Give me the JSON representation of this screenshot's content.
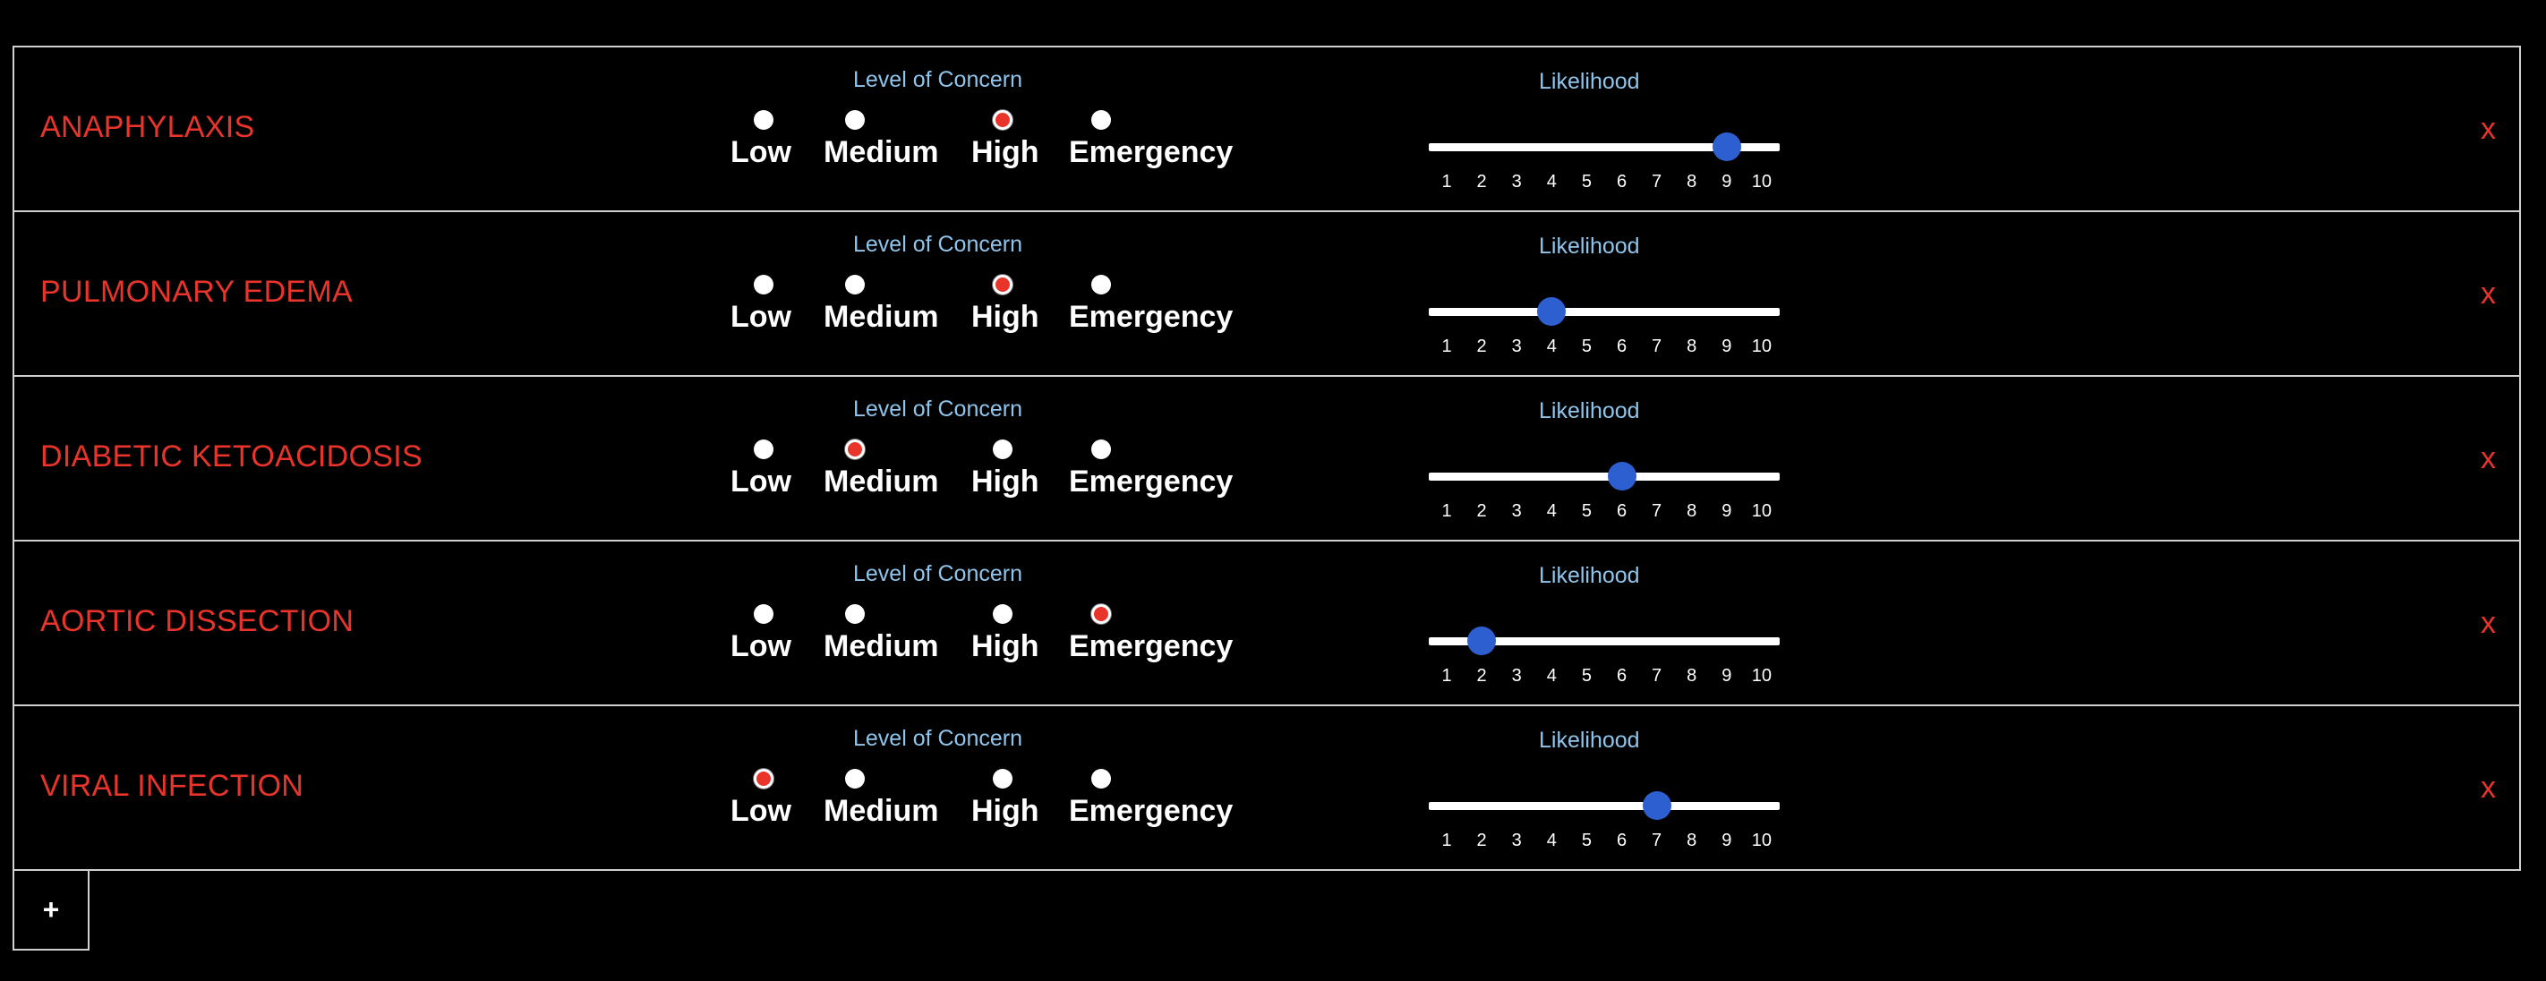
{
  "level_of_concern_title": "Level of Concern",
  "likelihood_title": "Likelihood",
  "concern_options": [
    "Low",
    "Medium",
    "High",
    "Emergency"
  ],
  "likelihood_ticks": [
    "1",
    "2",
    "3",
    "4",
    "5",
    "6",
    "7",
    "8",
    "9",
    "10"
  ],
  "likelihood_range": [
    1,
    10
  ],
  "remove_label": "x",
  "add_label": "+",
  "colors": {
    "condition_name": "#e8342a",
    "section_title": "#8fc5ec",
    "slider_thumb": "#2e5fd0",
    "selected_radio": "#e8342a",
    "background": "#000000"
  },
  "conditions": [
    {
      "name": "ANAPHYLAXIS",
      "concern": "High",
      "likelihood": 9
    },
    {
      "name": "PULMONARY EDEMA",
      "concern": "High",
      "likelihood": 4
    },
    {
      "name": "DIABETIC KETOACIDOSIS",
      "concern": "Medium",
      "likelihood": 6
    },
    {
      "name": "AORTIC DISSECTION",
      "concern": "Emergency",
      "likelihood": 2
    },
    {
      "name": "VIRAL INFECTION",
      "concern": "Low",
      "likelihood": 7
    }
  ]
}
